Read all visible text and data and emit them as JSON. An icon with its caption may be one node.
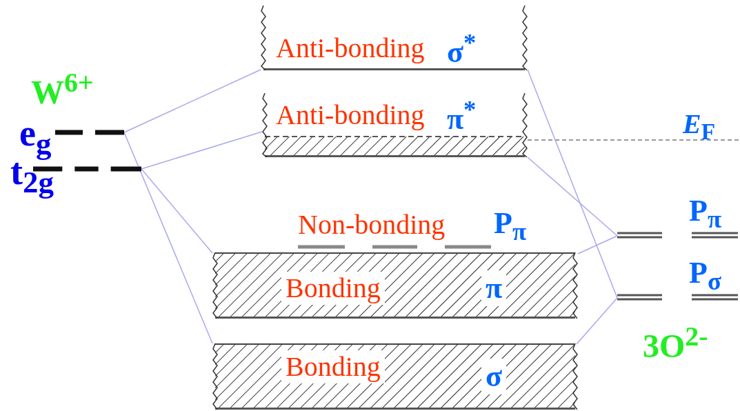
{
  "diagram": {
    "nodes": [
      {
        "text": [
          "e$_{g}$"
        ]
      },
      {
        "text": [
          "t$_{2g}$"
        ]
      },
      {
        "text": [
          "Anti-bonding",
          "σ$^{*}$"
        ]
      },
      {
        "text": [
          "Anti-bonding",
          "π$^{*}$"
        ]
      },
      {
        "text": [
          "Non-bonding",
          "P$_{π}$"
        ]
      },
      {
        "text": [
          "Bonding",
          "π"
        ]
      },
      {
        "text": [
          "Bonding",
          "σ"
        ]
      },
      {
        "text": [
          "P$_{π}$"
        ]
      },
      {
        "text": [
          "P$_{σ}$"
        ]
      }
    ],
    "edges": [
      {
        "from": 0,
        "to": 2,
        "arrow": "none"
      },
      {
        "from": 0,
        "to": 6,
        "arrow": "none"
      },
      {
        "from": 1,
        "to": 3,
        "arrow": "none"
      },
      {
        "from": 1,
        "to": 5,
        "arrow": "none"
      },
      {
        "from": 2,
        "to": 8,
        "arrow": "none"
      },
      {
        "from": 3,
        "to": 7,
        "arrow": "none"
      },
      {
        "from": 5,
        "to": 7,
        "arrow": "none"
      },
      {
        "from": 6,
        "to": 8,
        "arrow": "none"
      }
    ],
    "labels": [
      "W$^{6+}$",
      "*E*$_{F}$",
      "3O$^{2-}$"
    ]
  }
}
